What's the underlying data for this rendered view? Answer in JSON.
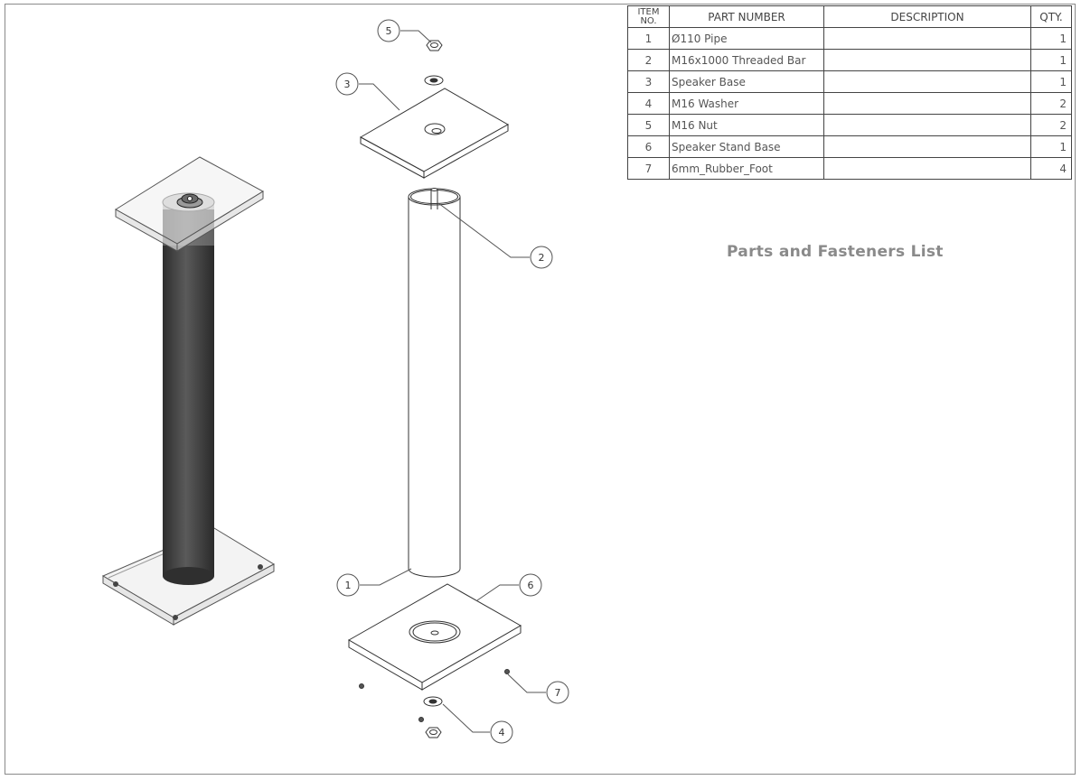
{
  "bom": {
    "headers": {
      "item": "ITEM NO.",
      "part": "PART NUMBER",
      "desc": "DESCRIPTION",
      "qty": "QTY."
    },
    "rows": [
      {
        "item": "1",
        "part": "Ø110 Pipe",
        "desc": "",
        "qty": "1"
      },
      {
        "item": "2",
        "part": "M16x1000 Threaded Bar",
        "desc": "",
        "qty": "1"
      },
      {
        "item": "3",
        "part": "Speaker Base",
        "desc": "",
        "qty": "1"
      },
      {
        "item": "4",
        "part": "M16 Washer",
        "desc": "",
        "qty": "2"
      },
      {
        "item": "5",
        "part": "M16 Nut",
        "desc": "",
        "qty": "2"
      },
      {
        "item": "6",
        "part": "Speaker Stand Base",
        "desc": "",
        "qty": "1"
      },
      {
        "item": "7",
        "part": "6mm_Rubber_Foot",
        "desc": "",
        "qty": "4"
      }
    ]
  },
  "title": "Parts and Fasteners List",
  "balloons": {
    "b1": "1",
    "b2": "2",
    "b3": "3",
    "b4": "4",
    "b5": "5",
    "b6": "6",
    "b7": "7"
  },
  "colors": {
    "line": "#333333",
    "pipe_dark": "#3a3a3a",
    "pipe_light": "#6a6a6a",
    "glass": "#e8e8e8"
  }
}
